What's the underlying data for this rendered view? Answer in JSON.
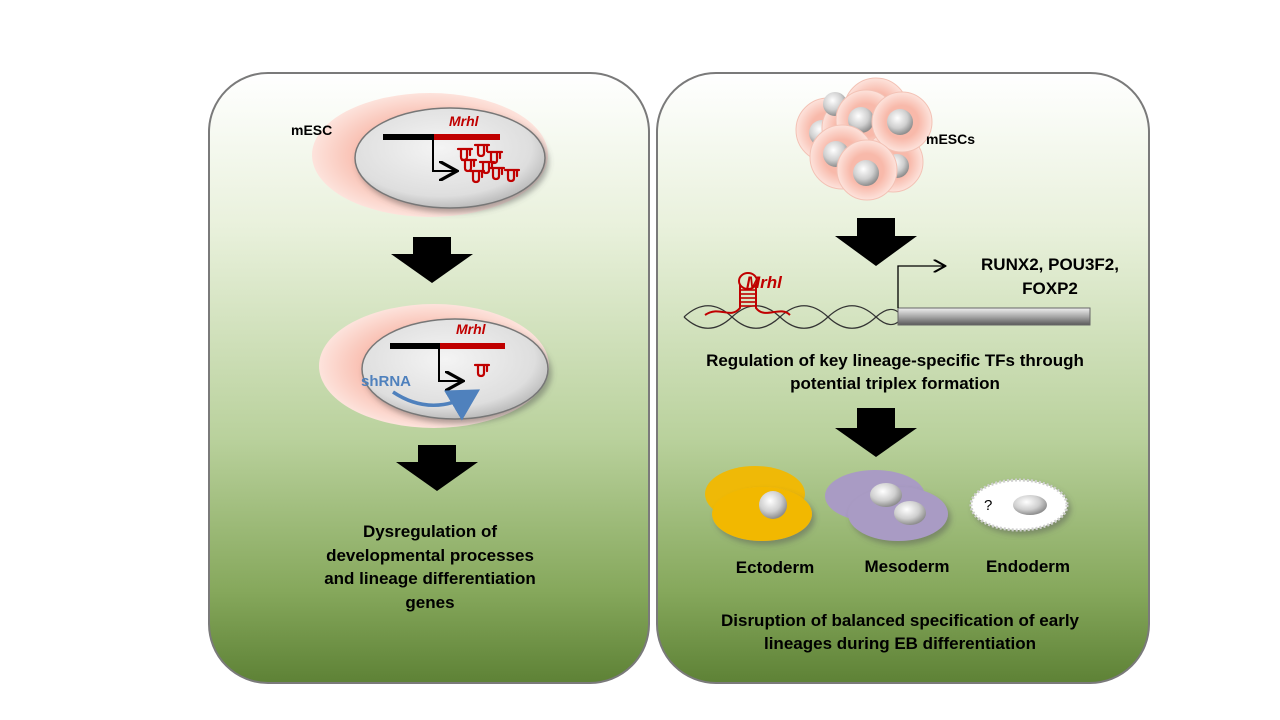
{
  "left_panel": {
    "cell_label": "mESC",
    "gene_label_top": "Mrhl",
    "gene_label_bottom": "Mrhl",
    "shrna_label": "shRNA",
    "outcome_line1": "Dysregulation of",
    "outcome_line2": "developmental processes",
    "outcome_line3": "and lineage differentiation",
    "outcome_line4": "genes"
  },
  "right_panel": {
    "cells_label": "mESCs",
    "lncrna_label": "Mrhl",
    "targets_line1": "RUNX2, POU3F2,",
    "targets_line2": "FOXP2",
    "regulation_line1": "Regulation of key lineage-specific TFs through",
    "regulation_line2": "potential triplex formation",
    "lineages": [
      {
        "name": "Ectoderm",
        "color": "#f2b800"
      },
      {
        "name": "Mesoderm",
        "color": "#a99bc4"
      },
      {
        "name": "Endoderm",
        "color": "#ffffff",
        "mark": "?"
      }
    ],
    "outcome_line1": "Disruption of balanced specification of early",
    "outcome_line2": "lineages during EB differentiation"
  },
  "colors": {
    "rna": "#c00000",
    "shrna": "#4f81bd",
    "cytoplasm": "#f6b3a4",
    "nucleus": "#e8e8e8"
  }
}
